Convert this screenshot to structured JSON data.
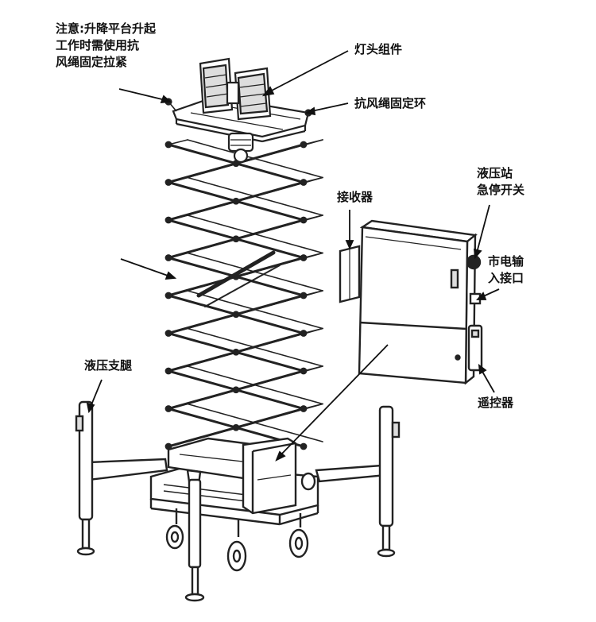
{
  "labels": {
    "note_line1": "注意:升降平台升起",
    "note_line2": "工作时需使用抗",
    "note_line3": "风绳固定拉紧",
    "lamp_head": "灯头组件",
    "wind_ring": "抗风绳固定环",
    "receiver": "接收器",
    "estop_line1": "液压站",
    "estop_line2": "急停开关",
    "power_line1": "市电输",
    "power_line2": "入接口",
    "remote": "遥控器",
    "hydraulic_legs": "液压支腿"
  },
  "colors": {
    "ink": "#111111",
    "line": "#222222",
    "fill": "#ffffff",
    "shade": "#dddddd"
  }
}
